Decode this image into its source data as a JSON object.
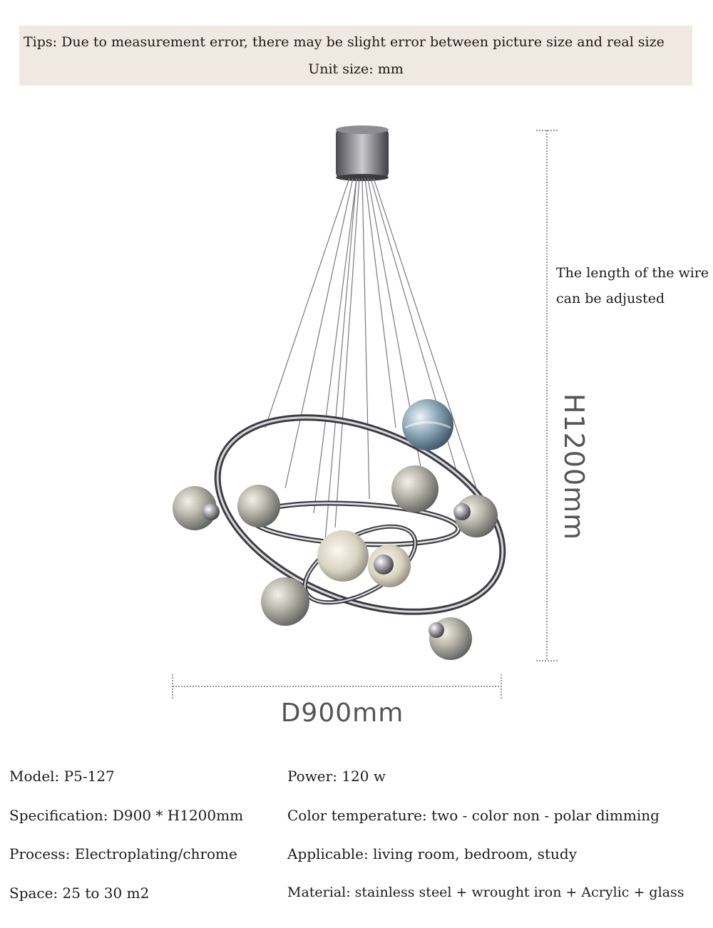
{
  "tips": {
    "line1": "Tips: Due to measurement error, there may be slight error between picture size and real size",
    "line2": "Unit size: mm"
  },
  "wire_note": {
    "line1": "The length of the wire",
    "line2": "can be adjusted"
  },
  "dimensions": {
    "height": "H1200mm",
    "diameter": "D900mm"
  },
  "specs": {
    "left": [
      "Model: P5-127",
      "Specification: D900 * H1200mm",
      "Process: Electroplating/chrome",
      "Space: 25 to 30 m2"
    ],
    "right": [
      "Power: 120 w",
      "Color temperature: two - color non - polar dimming",
      "Applicable: living room, bedroom, study",
      "Material: stainless steel + wrought iron + Acrylic + glass"
    ]
  },
  "colors": {
    "tips_background": "#efe9e1",
    "chrome": "#5a5a60",
    "dimension_line": "#555555"
  }
}
